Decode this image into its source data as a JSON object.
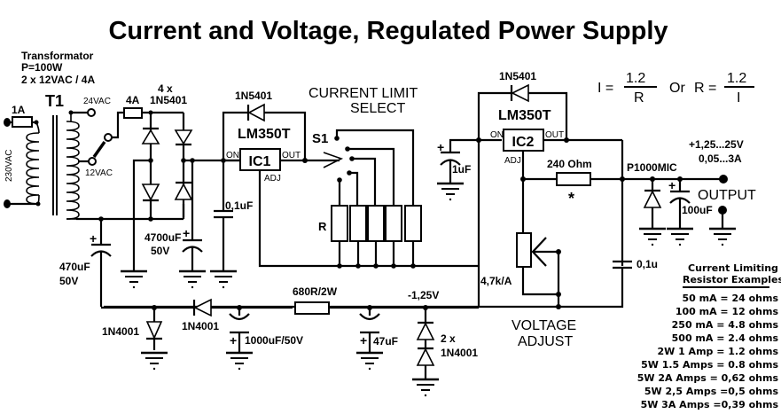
{
  "title": "Current and Voltage, Regulated Power Supply",
  "transformer": {
    "label_title": "Transformator",
    "power": "P=100W",
    "rating": "2 x 12VAC / 4A",
    "ref": "T1",
    "tap_high": "24VAC",
    "tap_low": "12VAC",
    "mains": "230VAC"
  },
  "fuses": {
    "primary": "1A",
    "secondary": "4A"
  },
  "bridge": {
    "count": "4 x",
    "part": "1N5401"
  },
  "capacitors": {
    "main_filter_value": "4700uF",
    "main_filter_voltage": "50V",
    "neg_filter_value": "470uF",
    "neg_filter_voltage": "50V",
    "ic1_bypass": "0,1uF",
    "ic2_input": "1uF",
    "neg_reservoir": "1000uF/50V",
    "neg_smooth": "47uF",
    "adj_bypass": "0,1u",
    "output": "100uF"
  },
  "ic1": {
    "ref": "IC1",
    "part": "LM350T",
    "pin_in": "ON",
    "pin_out": "OUT",
    "pin_adj": "ADJ",
    "protect_diode": "1N5401"
  },
  "ic2": {
    "ref": "IC2",
    "part": "LM350T",
    "pin_in": "ON",
    "pin_out": "OUT",
    "pin_adj": "ADJ",
    "protect_diode": "1N5401"
  },
  "current_select": {
    "line1": "CURRENT   LIMIT",
    "line2": "SELECT",
    "switch": "S1",
    "resistor_label": "R"
  },
  "negative_rail": {
    "diode1": "1N4001",
    "diode2": "1N4001",
    "resistor": "680R/2W",
    "voltage": "-1,25V",
    "ref_diodes_count": "2 x",
    "ref_diodes_part": "1N4001"
  },
  "voltage_adjust": {
    "pot": "4,7k/A",
    "line1": "VOLTAGE",
    "line2": "ADJUST"
  },
  "sense": {
    "resistor": "240 Ohm",
    "marker": "*",
    "output_diode": "P1000MIC"
  },
  "output": {
    "voltage_range": "+1,25...25V",
    "current_range": "0,05...3A",
    "label": "OUTPUT"
  },
  "formula": {
    "lhs1": "I =",
    "num1": "1.2",
    "den1": "R",
    "or": "Or",
    "lhs2": "R =",
    "num2": "1.2",
    "den2": "I"
  },
  "resistor_table": {
    "heading1": "Current Limiting",
    "heading2": "Resistor Examples",
    "rows": [
      "50 mA = 24 ohms",
      "100 mA = 12 ohms",
      "250 mA = 4.8 ohms",
      "500 mA = 2.4 ohms",
      "2W 1 Amp = 1.2 ohms",
      "5W 1.5 Amps = 0.8 ohms",
      "5W 2A Amps = 0,62 ohms",
      "5W 2,5 Amps =0,5 ohms",
      "5W 3A Amps =0,39 ohms"
    ]
  }
}
